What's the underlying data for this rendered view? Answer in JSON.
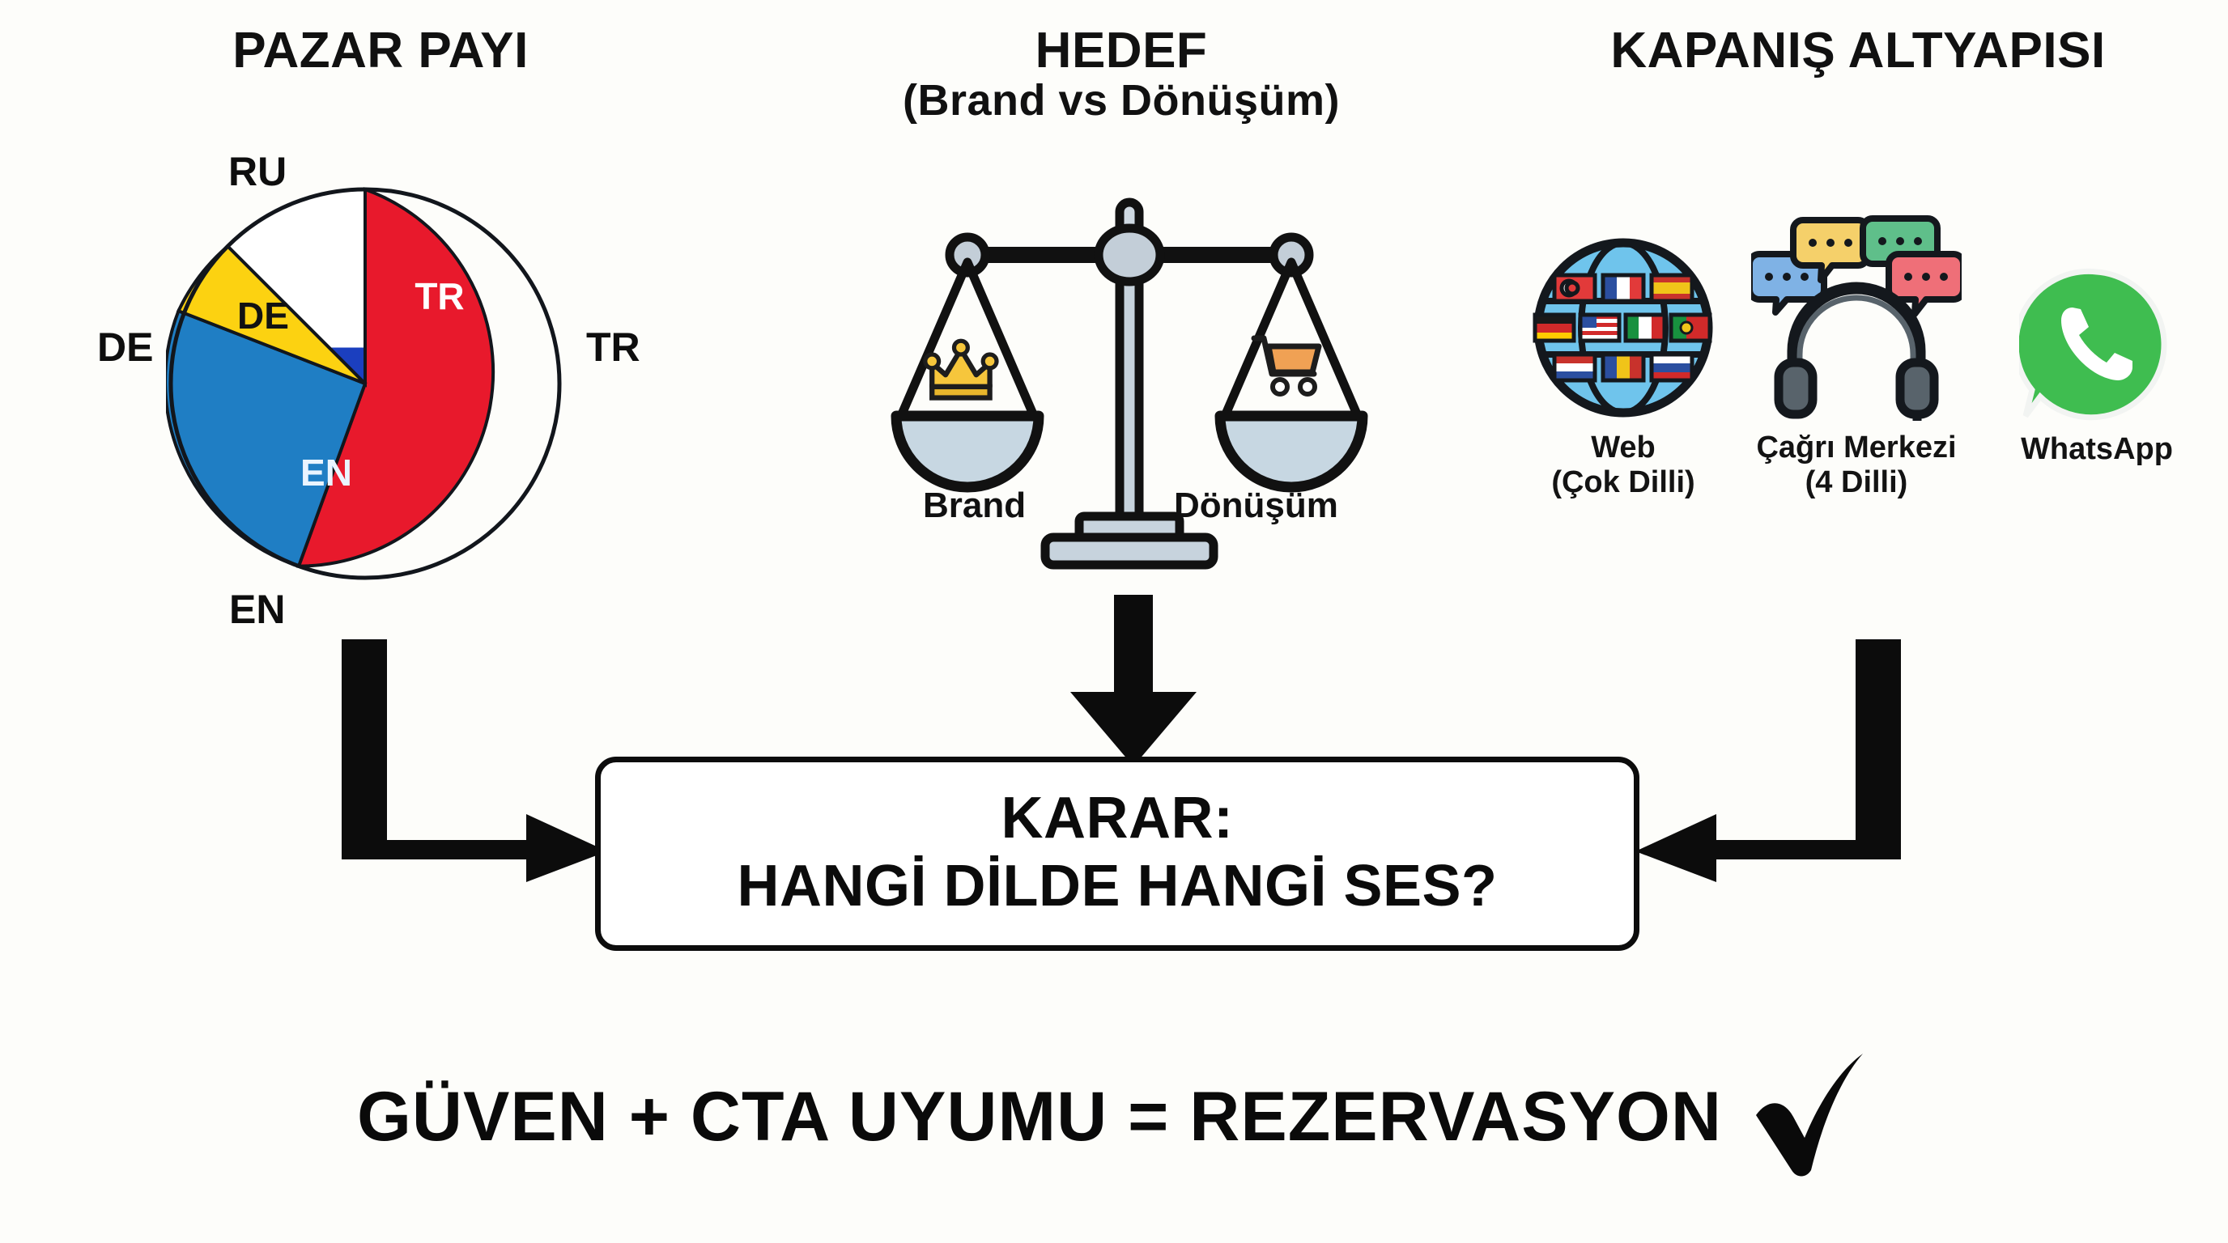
{
  "background_color": "#fdfdfa",
  "columns": {
    "market": {
      "title": "PAZAR PAYI"
    },
    "goal": {
      "title": "HEDEF",
      "subtitle": "(Brand vs Dönüşüm)"
    },
    "closing": {
      "title": "KAPANIŞ ALTYAPISI"
    }
  },
  "chart_data": {
    "type": "pie",
    "title": "PAZAR PAYI",
    "categories": [
      "TR",
      "EN",
      "DE",
      "RU"
    ],
    "values": [
      45,
      25,
      18,
      12
    ],
    "colors": [
      "#e8192c",
      "#1f7ec4",
      "#fcd211",
      "#ffffff"
    ],
    "inside_labels": [
      "TR",
      "EN",
      "DE",
      ""
    ],
    "outside_labels": [
      "TR",
      "EN",
      "DE",
      "RU"
    ],
    "inside_label_colors": [
      "#ffffff",
      "#eaf4ff",
      "#111111",
      ""
    ],
    "ru_flag_colors": [
      "#ffffff",
      "#1b3fbf",
      "#e8402a"
    ],
    "legend": "none",
    "grid": false,
    "note": "RU slice is filled with the Russian flag tricolour instead of a flat colour"
  },
  "scale": {
    "left_pan": {
      "label": "Brand",
      "icon": "crown-icon",
      "icon_color": "#f6c63c"
    },
    "right_pan": {
      "label": "Dönüşüm",
      "icon": "shopping-cart-icon",
      "icon_color": "#f0a154"
    },
    "frame_color": "#111111",
    "metal_color": "#c7d3dd"
  },
  "closing_infrastructure": {
    "items": [
      {
        "icon": "globe-flags-icon",
        "label": "Web\n(Çok Dilli)",
        "flags": [
          "TR",
          "FR",
          "ES",
          "DE",
          "US",
          "IT",
          "PT",
          "NL",
          "RO",
          "RU"
        ],
        "globe_color": "#4fb4e8"
      },
      {
        "icon": "headset-chat-icon",
        "label": "Çağrı Merkezi\n(4 Dilli)",
        "bubble_colors": [
          "#7fb2e5",
          "#f5d06a",
          "#5fbf8a",
          "#ef6f78"
        ],
        "headset_color": "#58636b"
      },
      {
        "icon": "whatsapp-icon",
        "label": "WhatsApp",
        "brand_color": "#3fbd50"
      }
    ]
  },
  "decision": {
    "line1": "KARAR:",
    "line2": "HANGİ DİLDE HANGİ SES?"
  },
  "bottom": {
    "text": "GÜVEN + CTA UYUMU = REZERVASYON",
    "check_icon": "check-mark-icon",
    "check_color": "#0a0a0a"
  },
  "arrows": {
    "left": "elbow-arrow-down-right",
    "center": "arrow-down",
    "right": "elbow-arrow-down-left",
    "color": "#0c0c0c"
  }
}
